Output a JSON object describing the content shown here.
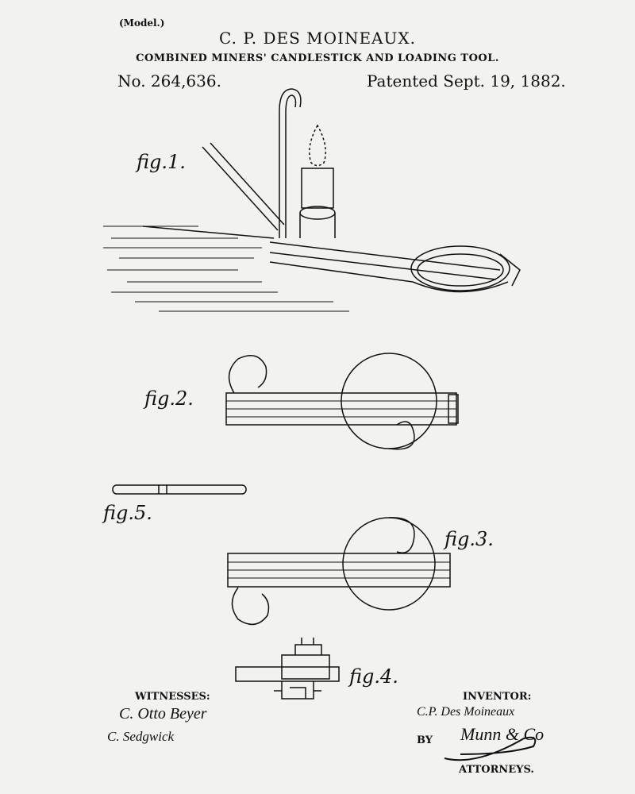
{
  "header": {
    "model": "(Model.)",
    "inventor_name": "C. P. DES MOINEAUX.",
    "title": "COMBINED MINERS' CANDLESTICK AND LOADING TOOL.",
    "patent_number": "No. 264,636.",
    "patent_date": "Patented Sept. 19, 1882."
  },
  "figures": {
    "fig1": "fig.1.",
    "fig2": "fig.2.",
    "fig3": "fig.3.",
    "fig4": "fig.4.",
    "fig5": "fig.5."
  },
  "footer": {
    "witnesses_label": "WITNESSES:",
    "witness1": "C. Otto Beyer",
    "witness2": "C. Sedgwick",
    "inventor_label": "INVENTOR:",
    "inventor_signature": "C.P. Des Moineaux",
    "by_label": "BY",
    "attorney_signature": "Munn & Co",
    "attorneys_label": "ATTORNEYS."
  },
  "colors": {
    "paper": "#f2f2f0",
    "ink": "#111111"
  }
}
